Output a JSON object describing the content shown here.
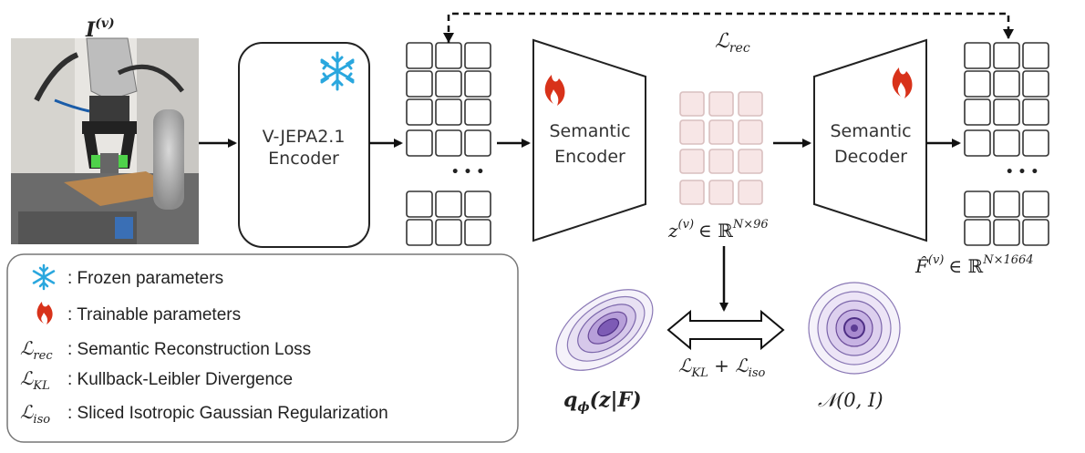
{
  "input": {
    "label": "I",
    "superscript": "(v)"
  },
  "encoder_box": {
    "line1": "V-JEPA2.1",
    "line2": "Encoder"
  },
  "semantic_encoder": {
    "line1": "Semantic",
    "line2": "Encoder"
  },
  "semantic_decoder": {
    "line1": "Semantic",
    "line2": "Decoder"
  },
  "latent": {
    "symbol": "z",
    "superscript": "(v)",
    "relation": "∈ ℝ",
    "dims": "N×96"
  },
  "recon": {
    "symbol": "F̂",
    "superscript": "(v)",
    "relation": "∈ ℝ",
    "dims": "N×1664"
  },
  "loss_rec": {
    "base": "ℒ",
    "sub": "rec"
  },
  "loss_kl_iso": {
    "base1": "ℒ",
    "sub1": "KL",
    "plus": " + ",
    "base2": "ℒ",
    "sub2": "iso"
  },
  "posterior": {
    "text": "q",
    "sub": "ϕ",
    "args": "(z|F)"
  },
  "prior": {
    "text": "𝒩(0, I)"
  },
  "ellipsis": "• • •",
  "legend": {
    "frozen": ": Frozen parameters",
    "trainable": ": Trainable parameters",
    "rec_sym": "rec",
    "rec": ": Semantic Reconstruction Loss",
    "kl_sym": "KL",
    "kl": ": Kullback-Leibler Divergence",
    "iso_sym": "iso",
    "iso": ": Sliced Isotropic Gaussian Regularization"
  },
  "icons": [
    "snowflake-icon",
    "flame-icon",
    "robot-gripper-image"
  ],
  "colors": {
    "snowflake": "#2aa7de",
    "flame": "#d8321a",
    "latent_cell": "#f7e6e6",
    "contour": "#6b4c9a"
  }
}
